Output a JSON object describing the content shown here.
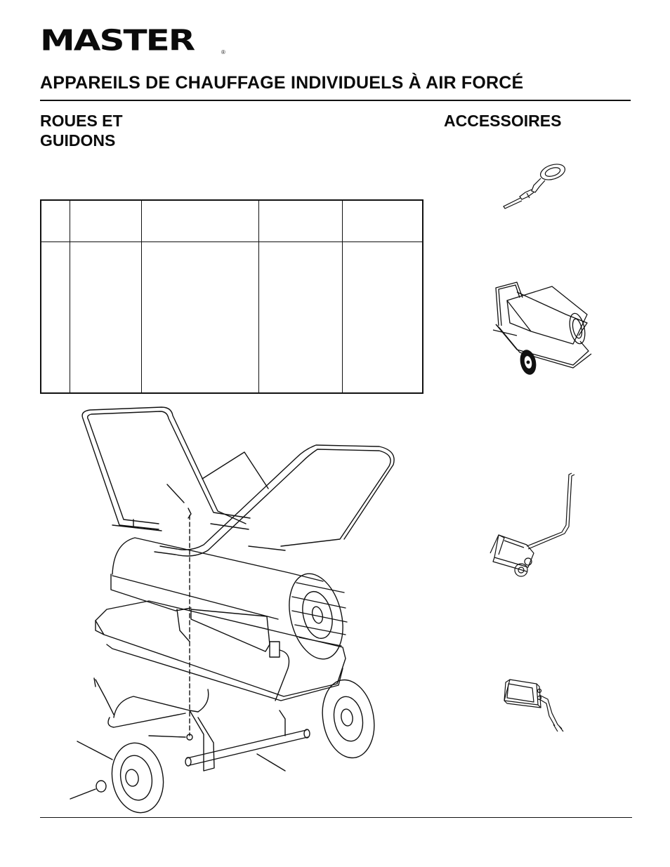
{
  "logo": {
    "brand": "MASTER",
    "mark": "®"
  },
  "page": {
    "title": "APPAREILS DE CHAUFFAGE INDIVIDUELS À AIR FORCÉ",
    "left_section_title": "ROUES ET GUIDONS",
    "right_section_title": "ACCESSOIRES"
  },
  "illustrations": [
    "thermostat-icon",
    "heater-on-cart-icon",
    "wheel-cart-icon",
    "control-module-icon",
    "wheel-handle-assembly-icon"
  ]
}
